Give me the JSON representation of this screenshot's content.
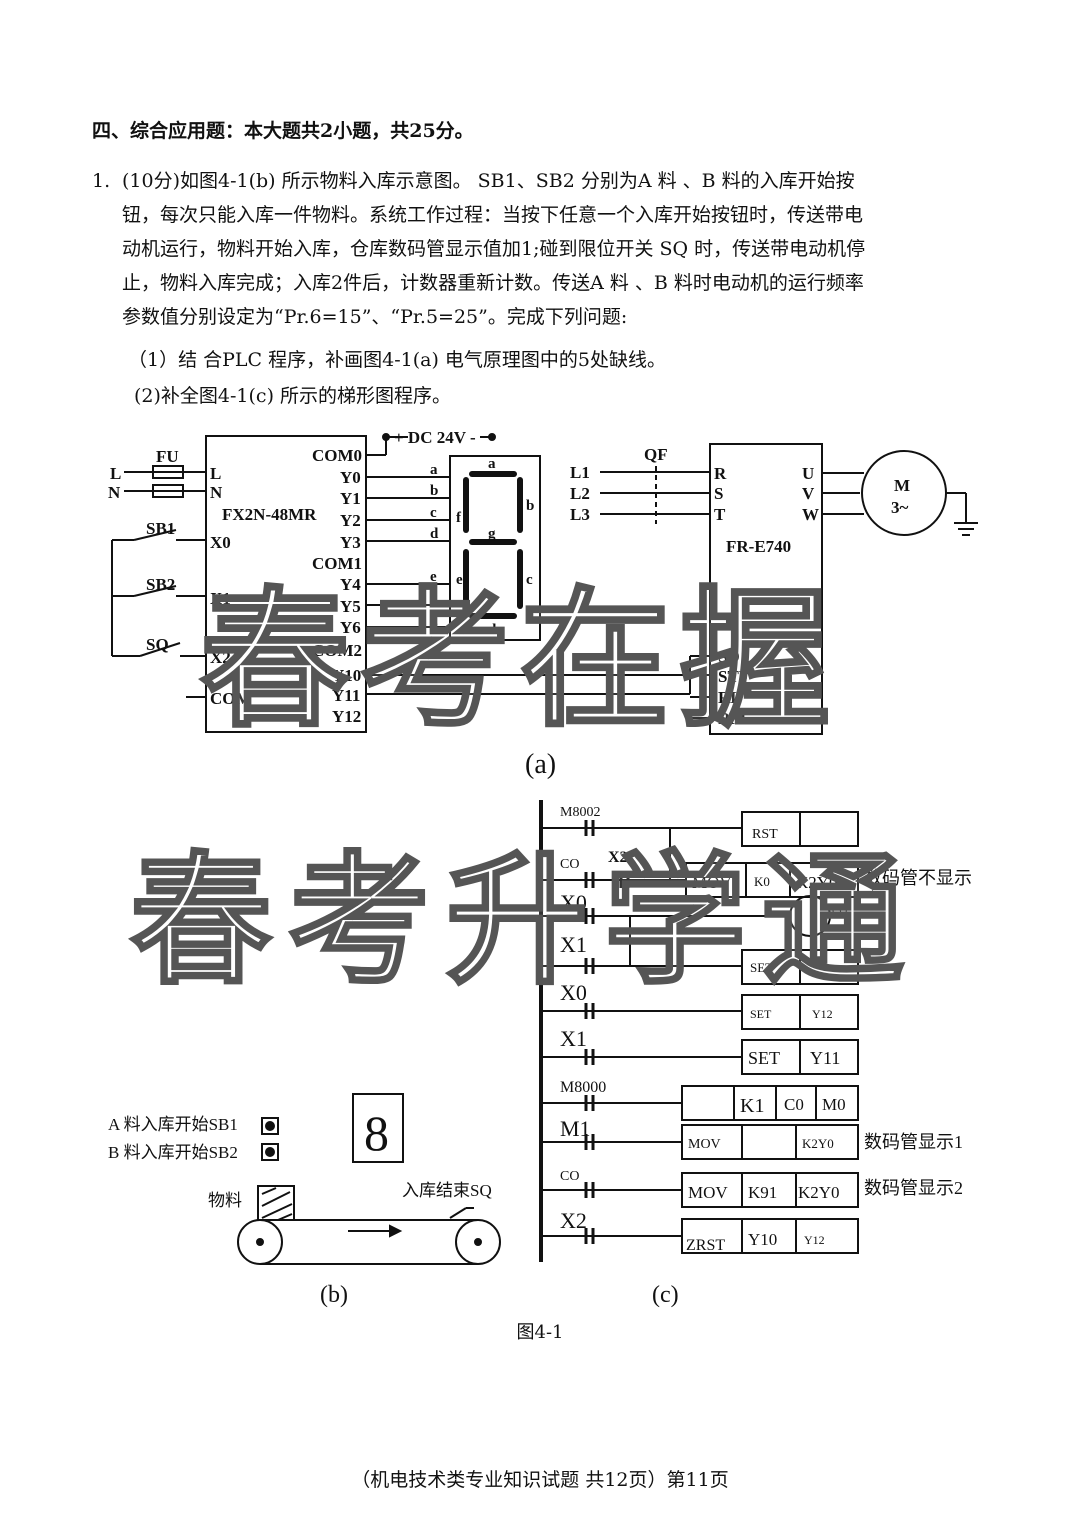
{
  "section_title": "四、综合应用题：本大题共2小题，共25分。",
  "question": {
    "number": "1.",
    "lines": [
      "(10分)如图4-1(b)  所示物料入库示意图。 SB1、SB2  分别为A 料 、B 料的入库开始按",
      "钮，每次只能入库一件物料。系统工作过程：当按下任意一个入库开始按钮时，传送带电",
      "动机运行，物料开始入库，仓库数码管显示值加1;碰到限位开关 SQ 时，传送带电动机停",
      "止，物料入库完成；入库2件后，计数器重新计数。传送A 料 、B 料时电动机的运行频率",
      "参数值分别设定为“Pr.6=15”、“Pr.5=25”。完成下列问题:"
    ],
    "sub1": "（1）结 合PLC 程序，补画图4-1(a)  电气原理图中的5处缺线。",
    "sub2": "(2)补全图4-1(c)  所示的梯形图程序。"
  },
  "figure_a": {
    "label": "(a)",
    "fuse": "FU",
    "supply": [
      "L",
      "N"
    ],
    "switches": [
      "SB1",
      "SB2",
      "SQ"
    ],
    "plc_model": "FX2N-48MR",
    "plc_inputs": [
      "L",
      "N",
      "X0",
      "X1",
      "X2",
      "COM"
    ],
    "plc_outputs": [
      "COM0",
      "Y0",
      "Y1",
      "Y2",
      "Y3",
      "COM1",
      "Y4",
      "Y5",
      "Y6",
      "COM2",
      "Y10",
      "Y11",
      "Y12"
    ],
    "dc_supply": "+ DC 24V -",
    "segment_wires": [
      "a",
      "b",
      "c",
      "d",
      "e",
      "f",
      "g"
    ],
    "segments": [
      "a",
      "b",
      "c",
      "d",
      "e",
      "f",
      "g"
    ],
    "breaker": "QF",
    "mains": [
      "L1",
      "L2",
      "L3"
    ],
    "inverter_model": "FR-E740",
    "inverter_inputs": [
      "R",
      "S",
      "T"
    ],
    "inverter_outputs": [
      "U",
      "V",
      "W"
    ],
    "inverter_terminals": [
      "SD",
      "STF",
      "RL",
      "RM"
    ],
    "motor": [
      "M",
      "3~"
    ]
  },
  "figure_b": {
    "label": "(b)",
    "btn_a": "A 料入库开始SB1",
    "btn_b": "B 料入库开始SB2",
    "display_digit": "8",
    "material": "物料",
    "limit_switch": "入库结束SQ"
  },
  "figure_c": {
    "label": "(c)",
    "rungs": [
      {
        "contact": "M8002",
        "boxes": [
          "RST",
          ""
        ],
        "note": ""
      },
      {
        "contact": "CO",
        "contact2": "X2",
        "boxes": [
          "MOV",
          "K0",
          "K2Y0"
        ],
        "note": "数码管不显示"
      },
      {
        "contact": "X0",
        "coil": "CO",
        "boxes": [],
        "note": ""
      },
      {
        "contact": "X1",
        "boxes": [
          "SET",
          ""
        ],
        "note": ""
      },
      {
        "contact": "X0",
        "boxes": [
          "SET",
          "Y12"
        ],
        "note": ""
      },
      {
        "contact": "X1",
        "boxes": [
          "SET",
          "Y11"
        ],
        "note": ""
      },
      {
        "contact": "M8000",
        "boxes": [
          "",
          "K1",
          "C0",
          "M0"
        ],
        "note": ""
      },
      {
        "contact": "M1",
        "boxes": [
          "MOV",
          "",
          "K2Y0"
        ],
        "note": "数码管显示1"
      },
      {
        "contact": "CO",
        "boxes": [
          "MOV",
          "K91",
          "K2Y0"
        ],
        "note": "数码管显示2"
      },
      {
        "contact": "X2",
        "boxes": [
          "ZRST",
          "Y10",
          "Y12"
        ],
        "note": ""
      }
    ]
  },
  "figure_caption": "图4-1",
  "watermark": {
    "line1": "春考在握",
    "line2": "春考升学通"
  },
  "footer": "（机电技术类专业知识试题  共12页）第11页"
}
